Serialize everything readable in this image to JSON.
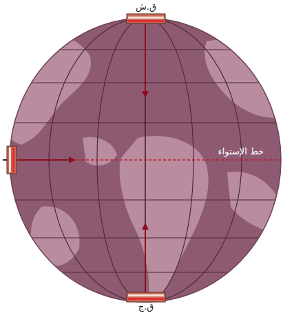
{
  "diagram": {
    "labels": [
      "ق.ش",
      "خط الإستواء",
      "ق.ج"
    ]
  }
}
